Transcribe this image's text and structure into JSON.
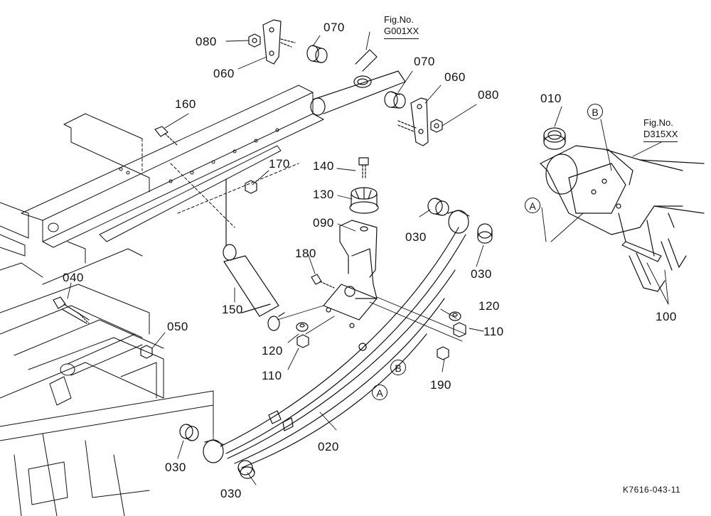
{
  "figure_refs": [
    {
      "id": "g001",
      "label": "Fig.No.",
      "number": "G001XX"
    },
    {
      "id": "d315",
      "label": "Fig.No.",
      "number": "D315XX"
    }
  ],
  "part_labels": {
    "p080a": "080",
    "p060a": "060",
    "p070a": "070",
    "p070b": "070",
    "p060b": "060",
    "p080b": "080",
    "p010": "010",
    "p160": "160",
    "p170": "170",
    "p140": "140",
    "p130": "130",
    "p090": "090",
    "p030a": "030",
    "p030b": "030",
    "p180": "180",
    "p040": "040",
    "p150": "150",
    "p120a": "120",
    "p110a": "110",
    "p120b": "120",
    "p110b": "110",
    "p050": "050",
    "p190": "190",
    "p100": "100",
    "p020": "020",
    "p030c": "030",
    "p030d": "030"
  },
  "callouts": {
    "refA1": "A",
    "refB1": "B",
    "refA2": "A",
    "refB2": "B"
  },
  "drawing_code": "K7616-043-11",
  "colors": {
    "ink": "#111111",
    "paper": "#ffffff"
  }
}
